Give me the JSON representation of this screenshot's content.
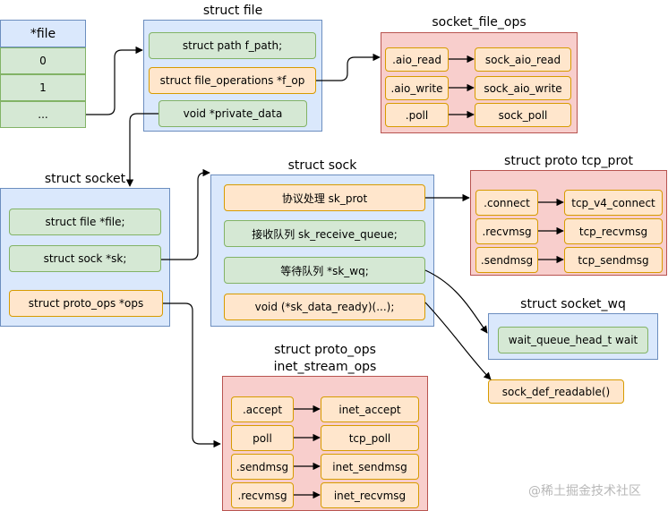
{
  "file_table": {
    "header": "*file",
    "items": [
      "0",
      "1",
      "..."
    ]
  },
  "struct_file": {
    "title": "struct file",
    "fields": [
      "struct path f_path;",
      "struct file_operations *f_op",
      "void *private_data"
    ]
  },
  "socket_file_ops": {
    "title": "socket_file_ops",
    "rows": [
      {
        "field": ".aio_read",
        "target": "sock_aio_read"
      },
      {
        "field": ".aio_write",
        "target": "sock_aio_write"
      },
      {
        "field": ".poll",
        "target": "sock_poll"
      }
    ]
  },
  "struct_socket": {
    "title": "struct socket",
    "fields": [
      "struct file *file;",
      "struct sock *sk;",
      "struct proto_ops *ops"
    ]
  },
  "struct_sock": {
    "title": "struct sock",
    "fields": [
      "协议处理 sk_prot",
      "接收队列 sk_receive_queue;",
      "等待队列 *sk_wq;",
      "void  (*sk_data_ready)(...);"
    ]
  },
  "struct_proto": {
    "title": "struct proto tcp_prot",
    "rows": [
      {
        "field": ".connect",
        "target": "tcp_v4_connect"
      },
      {
        "field": ".recvmsg",
        "target": "tcp_recvmsg"
      },
      {
        "field": ".sendmsg",
        "target": "tcp_sendmsg"
      }
    ]
  },
  "struct_socket_wq": {
    "title": "struct socket_wq",
    "field": "wait_queue_head_t wait"
  },
  "sock_def_readable": "sock_def_readable()",
  "struct_proto_ops": {
    "title_line1": "struct proto_ops",
    "title_line2": "inet_stream_ops",
    "rows": [
      {
        "field": ".accept",
        "target": "inet_accept"
      },
      {
        "field": "poll",
        "target": "tcp_poll"
      },
      {
        "field": ".sendmsg",
        "target": "inet_sendmsg"
      },
      {
        "field": ".recvmsg",
        "target": "inet_recvmsg"
      }
    ]
  },
  "watermark": "@稀土掘金技术社区",
  "colors": {
    "blue_fill": "#dae8fc",
    "blue_stroke": "#6c8ebf",
    "red_fill": "#f8cecc",
    "red_stroke": "#b85450",
    "green_fill": "#d5e8d4",
    "green_stroke": "#82b366",
    "orange_fill": "#ffe6cc",
    "orange_stroke": "#d79b00"
  }
}
